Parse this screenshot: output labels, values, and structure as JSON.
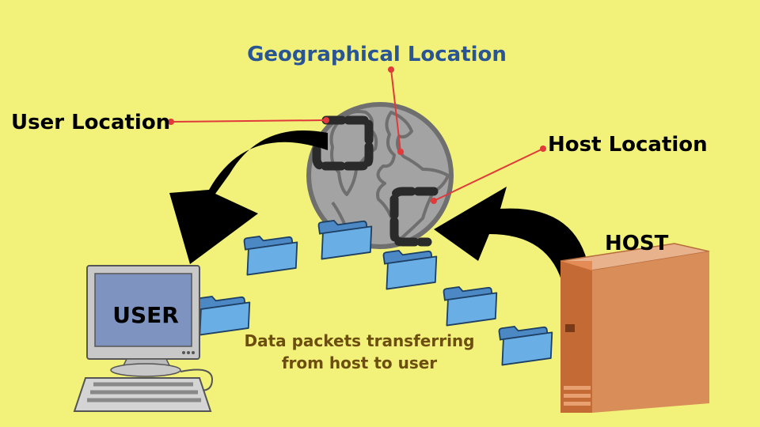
{
  "labels": {
    "geographical_location": "Geographical Location",
    "user_location": "User Location",
    "host_location": "Host Location",
    "host": "HOST",
    "user": "USER",
    "caption_line1": "Data packets transferring",
    "caption_line2": "from host to user"
  },
  "colors": {
    "background": "#f2f27a",
    "geographical_label": "#2a5594",
    "label_text": "#000000",
    "caption": "#6b4e10",
    "pointer_line": "#e03a3a",
    "globe": "#a0a0a0",
    "folder": "#6aaee6",
    "host_box": "#cf7a45",
    "monitor_screen": "#7e93bf"
  },
  "icons": [
    "globe-icon",
    "folder-icon",
    "computer-icon",
    "server-icon",
    "arrow-icon"
  ]
}
